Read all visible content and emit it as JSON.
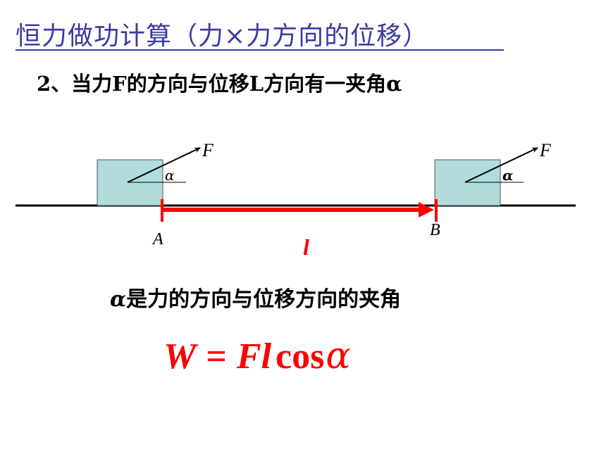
{
  "title": "恒力做功计算（力×力方向的位移）",
  "subtitle": "2、当力F的方向与位移L方向有一夹角α",
  "diagram": {
    "force_label_left": "F",
    "force_label_right": "F",
    "angle_label_left": "α",
    "angle_label_right": "α",
    "point_a": "A",
    "point_b": "B",
    "displacement_label": "l",
    "block_color": "#b0dcdc",
    "arrow_color": "#ff0000"
  },
  "caption": {
    "symbol": "α",
    "text": "是力的方向与位移方向的夹角"
  },
  "formula": {
    "lhs": "W",
    "equals": "=",
    "rhs_vars": "Fl",
    "func": "cos",
    "angle": "α",
    "color": "#ff0000"
  }
}
